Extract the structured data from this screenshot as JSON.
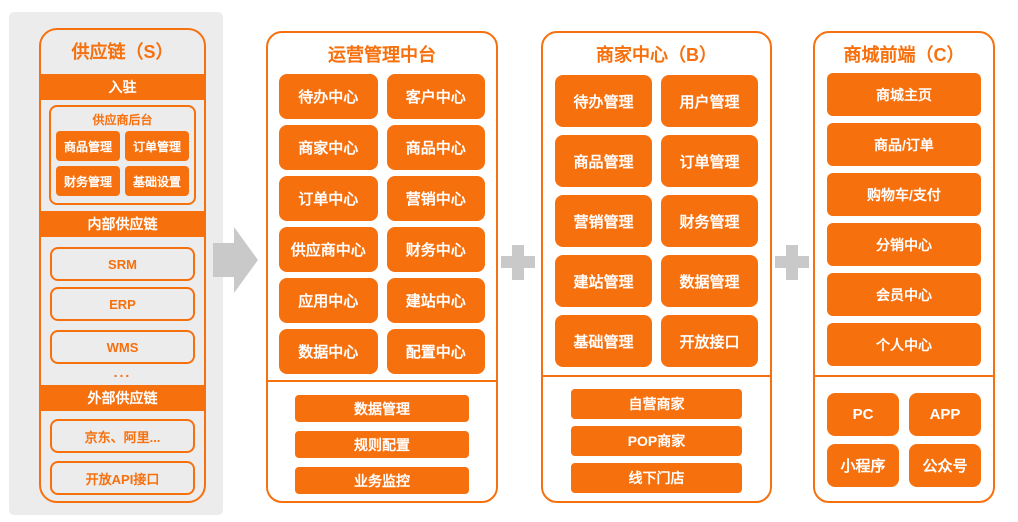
{
  "colors": {
    "orange": "#F7700E",
    "panel_gray": "#ECECEC",
    "connector_gray": "#C9C9C9",
    "text_on_orange": "#FFFFFF"
  },
  "col_supply": {
    "title": "供应链（S）",
    "bar_entry": "入驻",
    "supplier_backend": {
      "label": "供应商后台",
      "buttons": [
        "商品管理",
        "订单管理",
        "财务管理",
        "基础设置"
      ]
    },
    "bar_internal": "内部供应链",
    "internal_items": [
      "SRM",
      "ERP",
      "WMS"
    ],
    "ellipsis": "...",
    "bar_external": "外部供应链",
    "external_items": [
      "京东、阿里...",
      "开放API接口"
    ]
  },
  "col_ops": {
    "title": "运营管理中台",
    "grid": [
      "待办中心",
      "客户中心",
      "商家中心",
      "商品中心",
      "订单中心",
      "营销中心",
      "供应商中心",
      "财务中心",
      "应用中心",
      "建站中心",
      "数据中心",
      "配置中心"
    ],
    "footer": [
      "数据管理",
      "规则配置",
      "业务监控"
    ]
  },
  "col_merchant": {
    "title": "商家中心（B）",
    "grid": [
      "待办管理",
      "用户管理",
      "商品管理",
      "订单管理",
      "营销管理",
      "财务管理",
      "建站管理",
      "数据管理",
      "基础管理",
      "开放接口"
    ],
    "footer": [
      "自营商家",
      "POP商家",
      "线下门店"
    ]
  },
  "col_mall": {
    "title": "商城前端（C）",
    "list": [
      "商城主页",
      "商品/订单",
      "购物车/支付",
      "分销中心",
      "会员中心",
      "个人中心"
    ],
    "channels": [
      "PC",
      "APP",
      "小程序",
      "公众号"
    ]
  }
}
